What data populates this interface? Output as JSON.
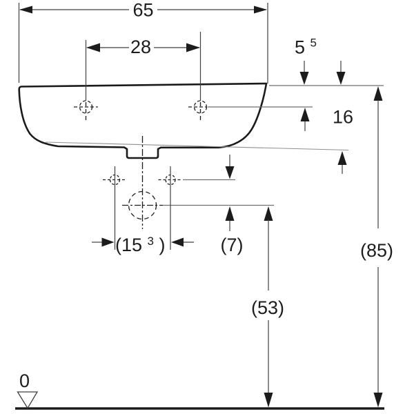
{
  "drawing": {
    "kind": "technical dimension drawing",
    "subject": "washbasin front view with tap holes, fixing holes and drain",
    "background_color": "#ffffff",
    "line_color": "#1a1a1a",
    "dimension_line_color": "#3f3f3f",
    "text_color": "#1c1c1c"
  },
  "dimensions": {
    "overall_width": "65",
    "tap_hole_spacing": "28",
    "rim_to_tap_hole": {
      "main": "5",
      "sup": "5"
    },
    "rim_to_underside": "16",
    "fixing_hole_spacing": {
      "pre": "(15",
      "sup": "3",
      "post": ")"
    },
    "fixing_to_drain_offset": "(7)",
    "drain_height_above_floor": "(53)",
    "rim_height_above_floor": "(85)",
    "datum_level": "0"
  }
}
